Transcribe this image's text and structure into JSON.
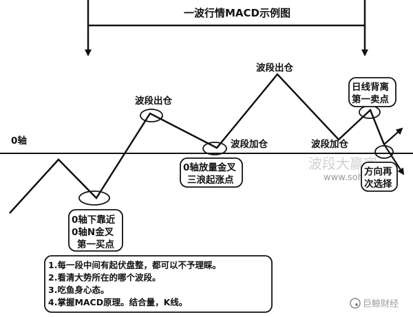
{
  "title": "一波行情MACD示例图",
  "zero_axis_label": "0轴",
  "labels": {
    "wave_out_left": "波段出仓",
    "wave_out_top": "波段出仓",
    "wave_add_mid": "波段加仓",
    "wave_add_right": "波段加仓"
  },
  "boxes": {
    "buy_one": [
      "0轴下靠近",
      "0轴N金叉",
      "第一买点"
    ],
    "third_wave": [
      "0轴放量金叉",
      "三浪起涨点"
    ],
    "daily_divergence": [
      "日线背离",
      "第一卖点"
    ],
    "reselect": [
      "方向再",
      "次选择"
    ]
  },
  "notes": [
    "1.每一段中间有起伏盘整，都可以不予理睬。",
    "2.看清大势所在的哪个波段。",
    "3.吃鱼身心态。",
    "4.掌握MACD原理。结合量，K线。"
  ],
  "watermark": {
    "center": "波段大赢家",
    "center_sub": "www.sohu.com",
    "corner": "巨鲸财经"
  },
  "colors": {
    "line": "#111111",
    "background": "#ffffff"
  }
}
